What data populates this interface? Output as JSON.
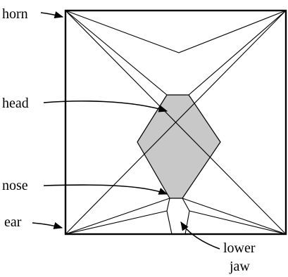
{
  "labels": {
    "horn": "horn",
    "head": "head",
    "nose": "nose",
    "ear": "ear",
    "lower_jaw_line1": "lower",
    "lower_jaw_line2": "jaw"
  },
  "colors": {
    "line": "#000000",
    "head_fill": "#c8c8c8",
    "background": "#ffffff"
  }
}
